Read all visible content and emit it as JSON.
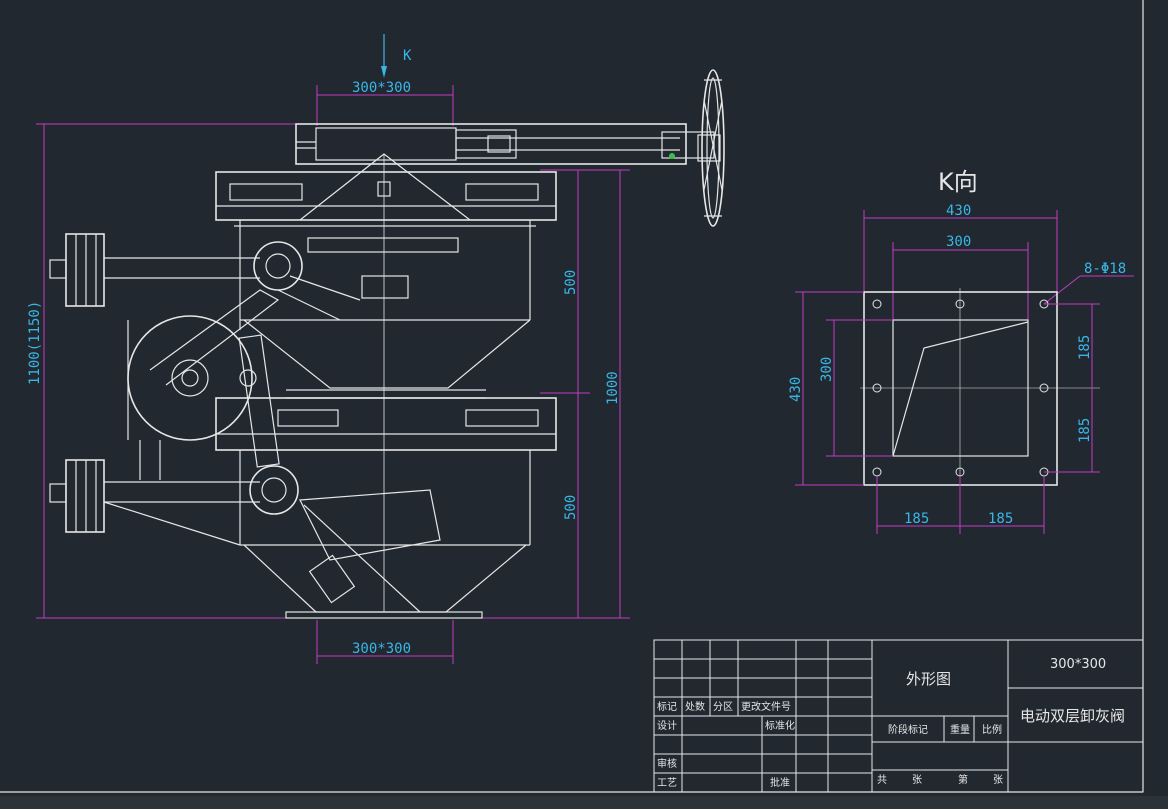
{
  "main_view": {
    "view_letter": "K",
    "top_flange_dim": "300*300",
    "bottom_flange_dim": "300*300",
    "overall_height_dim": "1100(1150)",
    "height_total_dim": "1000",
    "upper_section_dim": "500",
    "lower_section_dim": "500"
  },
  "k_view": {
    "title": "K向",
    "outer_width_dim": "430",
    "inner_width_dim": "300",
    "hole_callout": "8-Φ18",
    "outer_height_dim": "430",
    "inner_height_dim": "300",
    "right_upper_dim": "185",
    "right_lower_dim": "185",
    "bottom_left_dim": "185",
    "bottom_right_dim": "185"
  },
  "title_block": {
    "drawing_title": "外形图",
    "spec": "300*300",
    "product_name": "电动双层卸灰阀",
    "labels": {
      "mark": "标记",
      "count": "处数",
      "zone": "分区",
      "change_doc": "更改文件号",
      "design": "设计",
      "standardize": "标准化",
      "review": "审核",
      "process": "工艺",
      "approve": "批准",
      "stage_mark": "阶段标记",
      "weight": "重量",
      "scale": "比例",
      "total": "共",
      "sheet": "张",
      "sheet_no": "第",
      "sheet2": "张"
    }
  }
}
